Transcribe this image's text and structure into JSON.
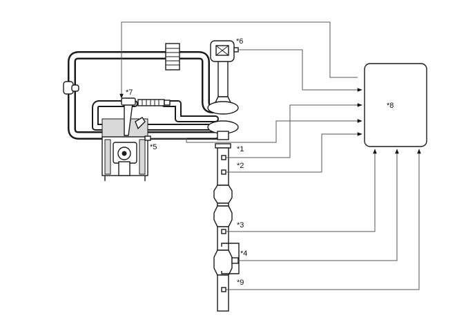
{
  "diagram": {
    "labels": {
      "sensor1": "*1",
      "sensor2": "*2",
      "sensor3": "*3",
      "sensor4": "*4",
      "sensor5": "*5",
      "sensor6": "*6",
      "injector7": "*7",
      "ecu8": "*8",
      "sensor9": "*9"
    }
  }
}
